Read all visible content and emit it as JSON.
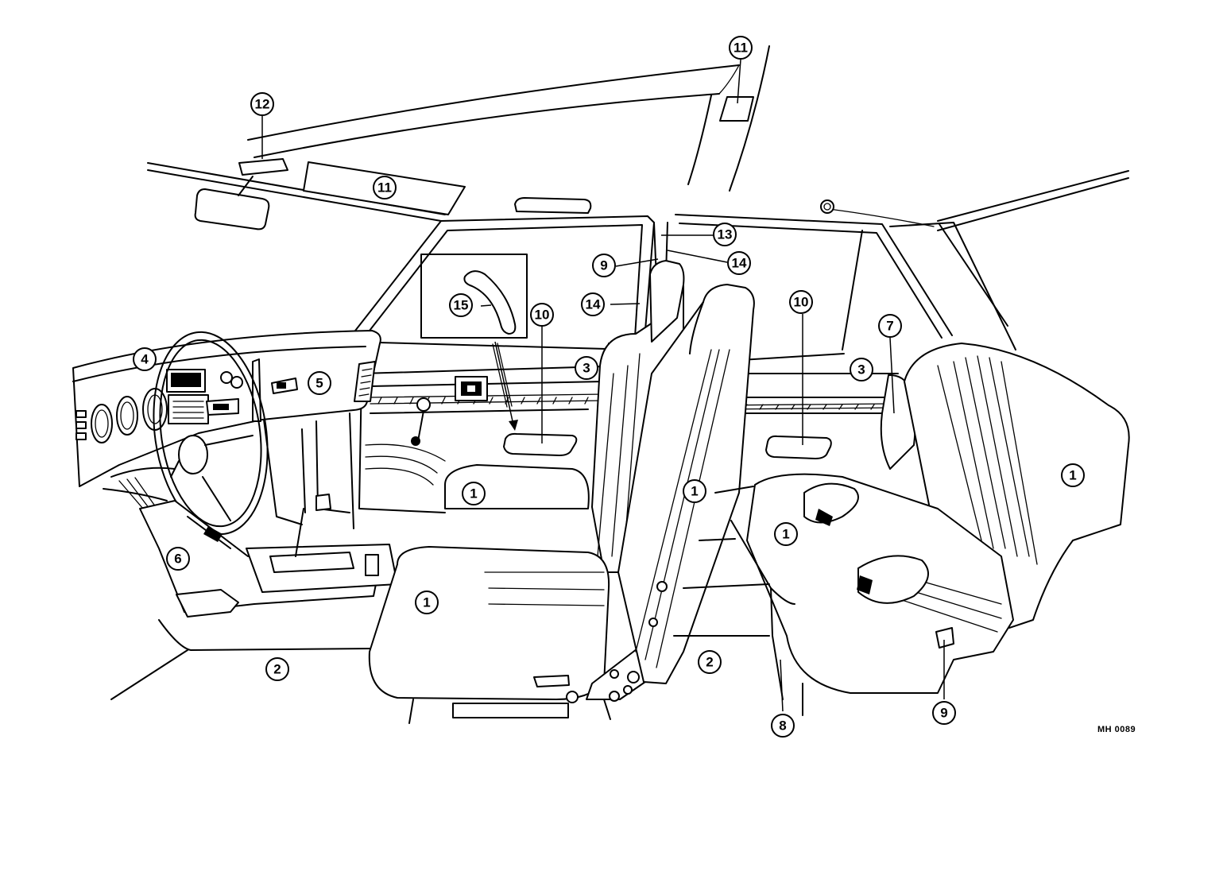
{
  "callouts": [
    {
      "id": "c1a",
      "text": "1"
    },
    {
      "id": "c1b",
      "text": "1"
    },
    {
      "id": "c1c",
      "text": "1"
    },
    {
      "id": "c1d",
      "text": "1"
    },
    {
      "id": "c1e",
      "text": "1"
    },
    {
      "id": "c2a",
      "text": "2"
    },
    {
      "id": "c2b",
      "text": "2"
    },
    {
      "id": "c3a",
      "text": "3"
    },
    {
      "id": "c3b",
      "text": "3"
    },
    {
      "id": "c4",
      "text": "4"
    },
    {
      "id": "c5",
      "text": "5"
    },
    {
      "id": "c6",
      "text": "6"
    },
    {
      "id": "c7",
      "text": "7"
    },
    {
      "id": "c8",
      "text": "8"
    },
    {
      "id": "c9a",
      "text": "9"
    },
    {
      "id": "c9b",
      "text": "9"
    },
    {
      "id": "c10a",
      "text": "10"
    },
    {
      "id": "c10b",
      "text": "10"
    },
    {
      "id": "c11a",
      "text": "11"
    },
    {
      "id": "c11b",
      "text": "11"
    },
    {
      "id": "c12",
      "text": "12"
    },
    {
      "id": "c13",
      "text": "13"
    },
    {
      "id": "c14a",
      "text": "14"
    },
    {
      "id": "c14b",
      "text": "14"
    },
    {
      "id": "c15",
      "text": "15"
    }
  ],
  "reference_code": "MH 0089"
}
